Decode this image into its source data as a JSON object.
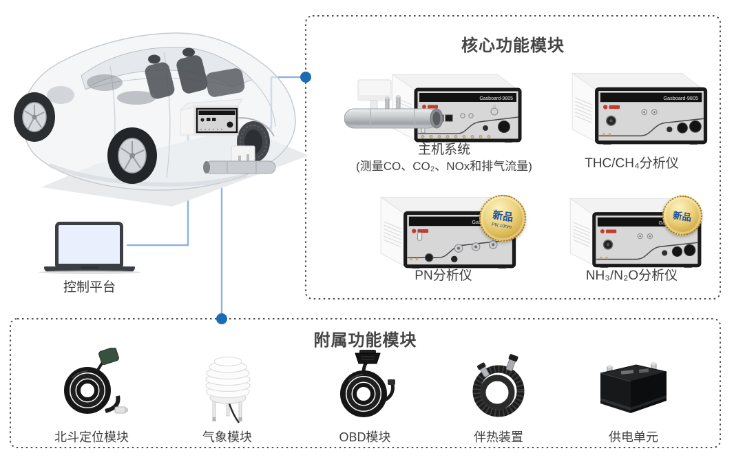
{
  "colors": {
    "background": "#ffffff",
    "dashed_border": "#4d4d4d",
    "connector_line": "#8fb4dd",
    "connector_dot": "#1d6bb4",
    "label_text": "#3f3f3f",
    "title_text": "#454545",
    "badge_gold": "#d9b54a",
    "badge_text": "#1c4f9e",
    "device_panel": "#d7d7d8",
    "device_frame": "#1a1a1a"
  },
  "vehicle": {
    "icon": "transparent-car-rear-left-view",
    "mounted_icon": "trunk-mounted-analyzer"
  },
  "control_platform": {
    "label": "控制平台",
    "icon": "laptop"
  },
  "core_modules": {
    "title": "核心功能模块",
    "items": [
      {
        "name": "main-system",
        "icon": "analyzer-with-exhaust-flow-tube",
        "device_model": "Gasboard-9805",
        "label_line1": "主机系统",
        "label_line2": "(测量CO、CO₂、NOx和排气流量)"
      },
      {
        "name": "thc-ch4-analyzer",
        "icon": "benchtop-analyzer",
        "device_model": "Gasboard-9805",
        "label": "THC/CH₄分析仪"
      },
      {
        "name": "pn-analyzer",
        "icon": "benchtop-analyzer",
        "device_model": "Gasboard-9805",
        "label": "PN分析仪",
        "badge": "新品",
        "badge_subtitle": "PN 10nm"
      },
      {
        "name": "nh3-n2o-analyzer",
        "icon": "benchtop-analyzer",
        "device_model": "Gasboard-9805",
        "label": "NH₃/N₂O分析仪",
        "badge": "新品"
      }
    ]
  },
  "accessory_modules": {
    "title": "附属功能模块",
    "items": [
      {
        "name": "beidou-module",
        "icon": "coiled-cable-with-gps-antenna",
        "label": "北斗定位模块"
      },
      {
        "name": "weather-module",
        "icon": "radiation-shield-sensor",
        "label": "气象模块"
      },
      {
        "name": "obd-module",
        "icon": "coiled-cable-with-obd-plug",
        "label": "OBD模块"
      },
      {
        "name": "heated-line",
        "icon": "coiled-heated-hose",
        "label": "伴热装置"
      },
      {
        "name": "power-unit",
        "icon": "car-battery",
        "label": "供电单元"
      }
    ]
  }
}
